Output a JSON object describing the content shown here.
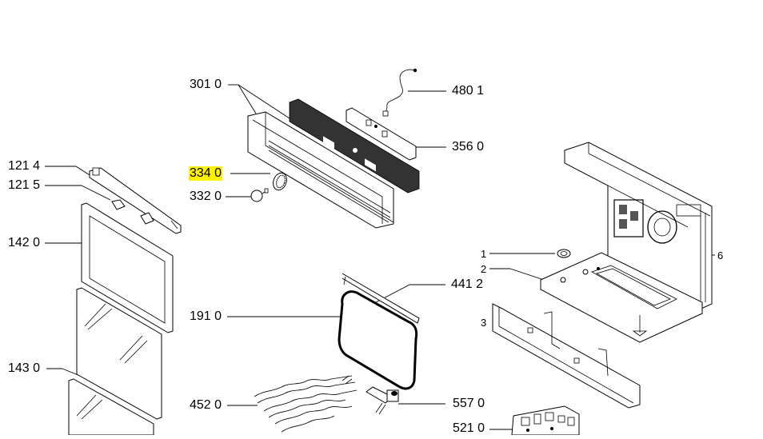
{
  "diagram": {
    "highlight_color": "#fff200",
    "callouts": [
      {
        "id": "c-301",
        "text": "301 0",
        "highlighted": false
      },
      {
        "id": "c-4801",
        "text": "480 1",
        "highlighted": false
      },
      {
        "id": "c-356",
        "text": "356 0",
        "highlighted": false
      },
      {
        "id": "c-334",
        "text": "334 0",
        "highlighted": true
      },
      {
        "id": "c-332",
        "text": "332 0",
        "highlighted": false
      },
      {
        "id": "c-1214",
        "text": "121 4",
        "highlighted": false
      },
      {
        "id": "c-1215",
        "text": "121 5",
        "highlighted": false
      },
      {
        "id": "c-142",
        "text": "142 0",
        "highlighted": false
      },
      {
        "id": "c-191",
        "text": "191 0",
        "highlighted": false
      },
      {
        "id": "c-4412",
        "text": "441 2",
        "highlighted": false
      },
      {
        "id": "c-143",
        "text": "143 0",
        "highlighted": false
      },
      {
        "id": "c-452",
        "text": "452 0",
        "highlighted": false
      },
      {
        "id": "c-557",
        "text": "557 0",
        "highlighted": false
      },
      {
        "id": "c-521",
        "text": "521 0",
        "highlighted": false
      },
      {
        "id": "c-1",
        "text": "1",
        "highlighted": false
      },
      {
        "id": "c-2",
        "text": "2",
        "highlighted": false
      },
      {
        "id": "c-3",
        "text": "3",
        "highlighted": false
      },
      {
        "id": "c-6",
        "text": "6",
        "highlighted": false
      }
    ]
  }
}
